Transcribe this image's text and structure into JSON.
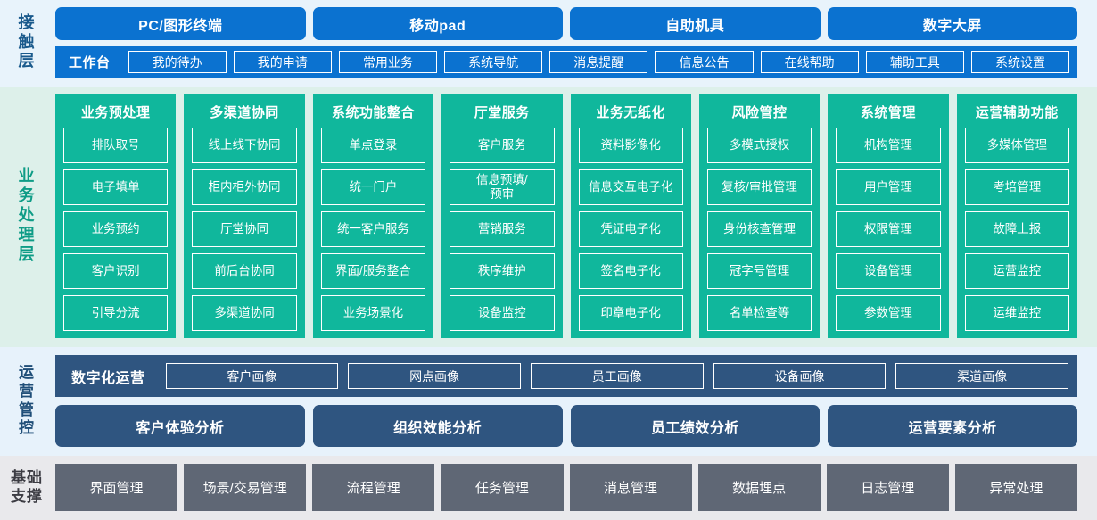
{
  "layers": {
    "contact": {
      "label": "接触层",
      "terminals": [
        "PC/图形终端",
        "移动pad",
        "自助机具",
        "数字大屏"
      ],
      "workbench_title": "工作台",
      "workbench_items": [
        "我的待办",
        "我的申请",
        "常用业务",
        "系统导航",
        "消息提醒",
        "信息公告",
        "在线帮助",
        "辅助工具",
        "系统设置"
      ],
      "colors": {
        "background": "#E8F3FB",
        "chip": "#0B72D0",
        "label_text": "#1A5A8C"
      }
    },
    "business": {
      "label": "业务处理层",
      "colors": {
        "background": "#DDF0EA",
        "column": "#10B79C",
        "label_text": "#0E9C86"
      },
      "columns": [
        {
          "title": "业务预处理",
          "items": [
            "排队取号",
            "电子填单",
            "业务预约",
            "客户识别",
            "引导分流"
          ]
        },
        {
          "title": "多渠道协同",
          "items": [
            "线上线下协同",
            "柜内柜外协同",
            "厅堂协同",
            "前后台协同",
            "多渠道协同"
          ]
        },
        {
          "title": "系统功能整合",
          "items": [
            "单点登录",
            "统一门户",
            "统一客户服务",
            "界面/服务整合",
            "业务场景化"
          ]
        },
        {
          "title": "厅堂服务",
          "items": [
            "客户服务",
            "信息预填/\n预审",
            "营销服务",
            "秩序维护",
            "设备监控"
          ]
        },
        {
          "title": "业务无纸化",
          "items": [
            "资料影像化",
            "信息交互电子化",
            "凭证电子化",
            "签名电子化",
            "印章电子化"
          ]
        },
        {
          "title": "风险管控",
          "items": [
            "多模式授权",
            "复核/审批管理",
            "身份核查管理",
            "冠字号管理",
            "名单检查等"
          ]
        },
        {
          "title": "系统管理",
          "items": [
            "机构管理",
            "用户管理",
            "权限管理",
            "设备管理",
            "参数管理"
          ]
        },
        {
          "title": "运营辅助功能",
          "items": [
            "多媒体管理",
            "考培管理",
            "故障上报",
            "运营监控",
            "运维监控"
          ]
        }
      ]
    },
    "operations": {
      "label": "运营管控",
      "digital_title": "数字化运营",
      "portraits": [
        "客户画像",
        "网点画像",
        "员工画像",
        "设备画像",
        "渠道画像"
      ],
      "analyses": [
        "客户体验分析",
        "组织效能分析",
        "员工绩效分析",
        "运营要素分析"
      ],
      "colors": {
        "background": "#E7F2FB",
        "bar": "#2F5580",
        "label_text": "#1F4E78"
      }
    },
    "foundation": {
      "label": "基础支撑",
      "items": [
        "界面管理",
        "场景/交易管理",
        "流程管理",
        "任务管理",
        "消息管理",
        "数据埋点",
        "日志管理",
        "异常处理"
      ],
      "colors": {
        "background": "#E9E9EC",
        "chip": "#5F6775",
        "label_text": "#3C3C43"
      }
    }
  }
}
